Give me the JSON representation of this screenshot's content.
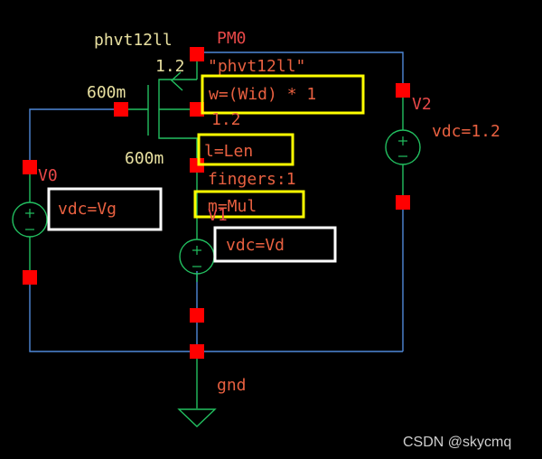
{
  "colors": {
    "background": "#000000",
    "wire": "#4f88d8",
    "pin": "#ff0000",
    "device": "#22c060",
    "device_label": "#e8e0a0",
    "instance_label": "#e84848",
    "param": "#e86040",
    "highlight_yellow": "#ffff00",
    "highlight_white": "#ffffff",
    "watermark": "#cfcfcf"
  },
  "transistor": {
    "cell_name": "phvt12ll",
    "instance": "PM0",
    "model": "\"phvt12ll\"",
    "width_label": "1.2",
    "length_label_top": "600m",
    "length_label_bottom": "600m",
    "w_param": "w=(Wid) * 1",
    "small_value": "1.2",
    "l_param": "l=Len",
    "fingers": "fingers:1",
    "m_param": "m=Mul"
  },
  "sources": {
    "v0": {
      "name": "V0",
      "param": "vdc=Vg"
    },
    "v1": {
      "name": "V1",
      "param": "vdc=Vd"
    },
    "v2": {
      "name": "V2",
      "param": "vdc=1.2"
    }
  },
  "ground": {
    "label": "gnd"
  },
  "watermark": "CSDN @skycmq"
}
